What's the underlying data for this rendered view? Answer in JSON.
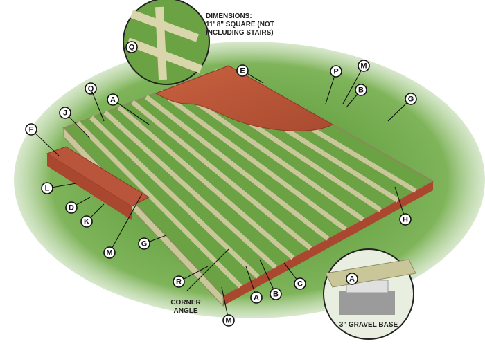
{
  "title_note": {
    "line1": "DIMENSIONS:",
    "line2": "11' 8\" SQUARE (NOT",
    "line3": "INCLUDING STAIRS)"
  },
  "corner_angle": {
    "line1": "CORNER",
    "line2": "ANGLE"
  },
  "gravel_base": "3\" GRAVEL BASE",
  "callouts": {
    "q_inset": "Q",
    "e": "E",
    "p": "P",
    "m_top": "M",
    "b_top": "B",
    "g_right": "G",
    "q": "Q",
    "a_top": "A",
    "j": "J",
    "f": "F",
    "l": "L",
    "d": "D",
    "k": "K",
    "m_left": "M",
    "g_left": "G",
    "r": "R",
    "a_bottom": "A",
    "b_bottom": "B",
    "c": "C",
    "m_bottom": "M",
    "h": "H",
    "a_inset": "A"
  },
  "colors": {
    "grass": "#5f9a3a",
    "lumber": "#c9c79a",
    "decking": "#b8553a",
    "rim": "#a9472f"
  }
}
